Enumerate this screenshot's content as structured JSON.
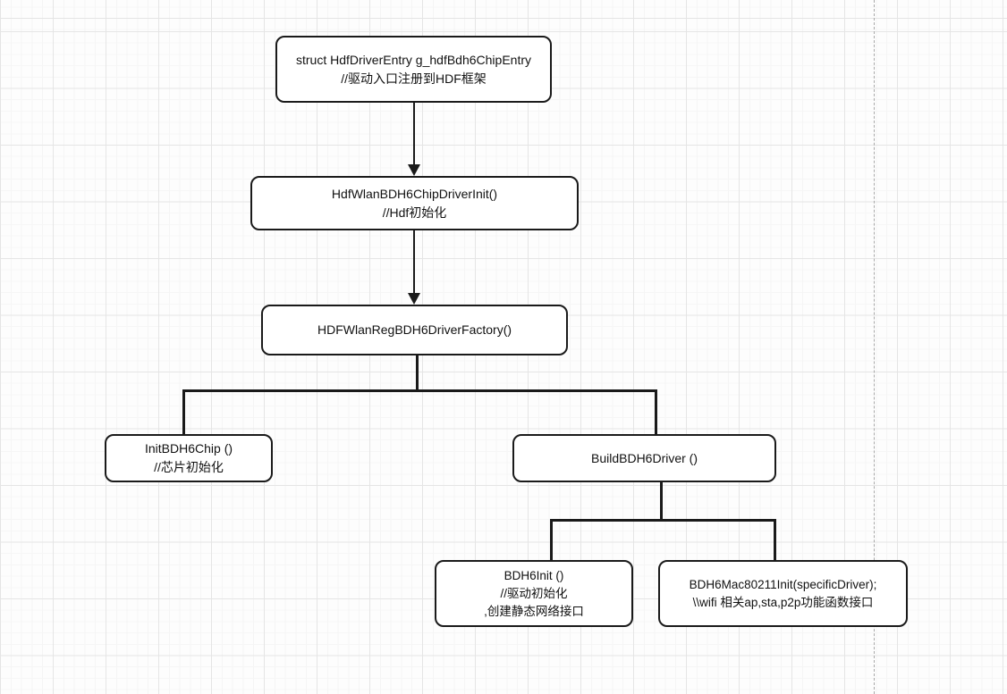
{
  "diagram": {
    "type": "flowchart",
    "nodes": [
      {
        "id": "driver-entry",
        "lines": [
          "struct HdfDriverEntry g_hdfBdh6ChipEntry",
          "//驱动入口注册到HDF框架"
        ]
      },
      {
        "id": "hdf-chip-driver-init",
        "lines": [
          "HdfWlanBDH6ChipDriverInit()",
          "//Hdf初始化"
        ]
      },
      {
        "id": "reg-driver-factory",
        "lines": [
          "HDFWlanRegBDH6DriverFactory()"
        ]
      },
      {
        "id": "init-chip",
        "lines": [
          "InitBDH6Chip ()",
          "//芯片初始化"
        ]
      },
      {
        "id": "build-driver",
        "lines": [
          "BuildBDH6Driver ()"
        ]
      },
      {
        "id": "bdh6-init",
        "lines": [
          "BDH6Init ()",
          "//驱动初始化",
          ",创建静态网络接口"
        ]
      },
      {
        "id": "mac80211-init",
        "lines": [
          "BDH6Mac80211Init(specificDriver);",
          "\\\\wifi 相关ap,sta,p2p功能函数接口"
        ]
      }
    ],
    "edges": [
      {
        "from": "driver-entry",
        "to": "hdf-chip-driver-init",
        "style": "arrow"
      },
      {
        "from": "hdf-chip-driver-init",
        "to": "reg-driver-factory",
        "style": "arrow"
      },
      {
        "from": "reg-driver-factory",
        "to": "init-chip",
        "style": "tree-branch"
      },
      {
        "from": "reg-driver-factory",
        "to": "build-driver",
        "style": "tree-branch"
      },
      {
        "from": "build-driver",
        "to": "bdh6-init",
        "style": "tree-branch"
      },
      {
        "from": "build-driver",
        "to": "mac80211-init",
        "style": "tree-branch"
      }
    ],
    "colors": {
      "node_fill": "#ffffff",
      "node_border": "#1a1a1a",
      "connector": "#1a1a1a",
      "grid_major": "#e5e5e5",
      "grid_minor": "#f5f5f5",
      "page_guide": "#a9a9a9",
      "canvas_bg": "#fdfdfd"
    }
  }
}
